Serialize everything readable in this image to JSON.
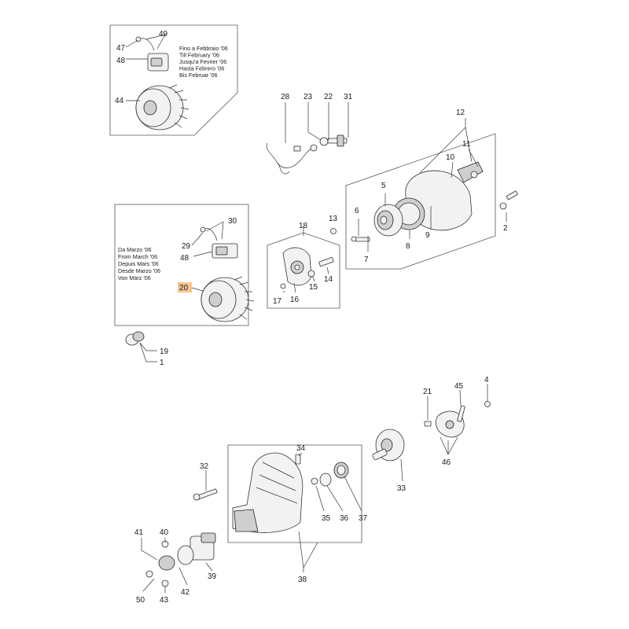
{
  "note_top": [
    "Fino a Febbraio '06",
    "Till February '06",
    "Jusqu'a Fevrier '06",
    "Hasta Febrero '06",
    "Bis Februar '06"
  ],
  "note_mid": [
    "Da Marzo '06",
    "From March '06",
    "Depuis Mars '06",
    "Desde Marzo '06",
    "Von März '06"
  ],
  "highlighted_part": "20",
  "highlight_color": "#f7c58c",
  "labels": {
    "p1": "1",
    "p2": "2",
    "p4": "4",
    "p5": "5",
    "p6": "6",
    "p7": "7",
    "p8": "8",
    "p9": "9",
    "p10": "10",
    "p11": "11",
    "p12": "12",
    "p13": "13",
    "p14": "14",
    "p15": "15",
    "p16": "16",
    "p17": "17",
    "p18": "18",
    "p19": "19",
    "p20": "20",
    "p21": "21",
    "p22": "22",
    "p23": "23",
    "p28": "28",
    "p29": "29",
    "p30": "30",
    "p31": "31",
    "p32": "32",
    "p33": "33",
    "p34": "34",
    "p35": "35",
    "p36": "36",
    "p37": "37",
    "p38": "38",
    "p39": "39",
    "p40": "40",
    "p41": "41",
    "p42": "42",
    "p43": "43",
    "p44": "44",
    "p45": "45",
    "p46": "46",
    "p47": "47",
    "p48a": "48",
    "p48b": "48",
    "p49": "49",
    "p50": "50"
  }
}
